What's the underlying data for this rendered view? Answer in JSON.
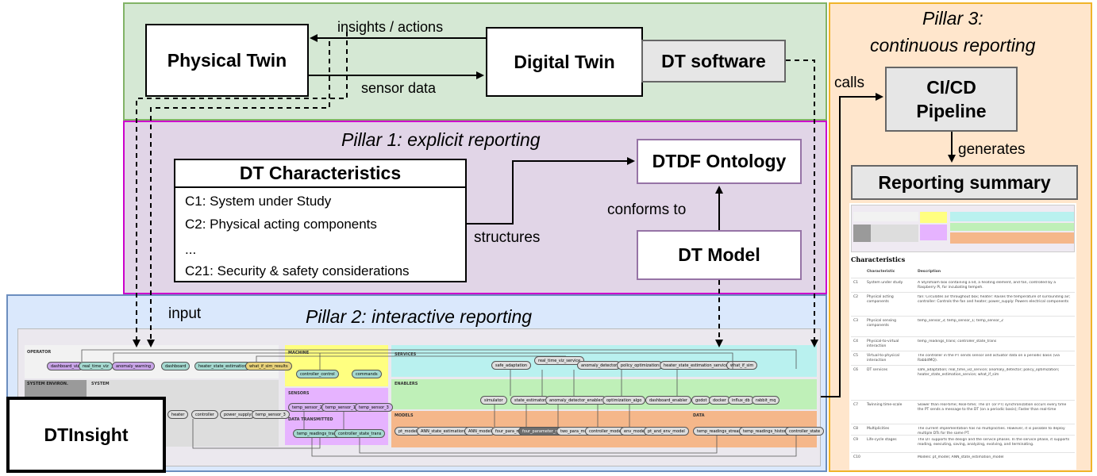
{
  "top": {
    "physical_twin": "Physical Twin",
    "digital_twin": "Digital Twin",
    "dt_software": "DT software",
    "insights_actions": "insights / actions",
    "sensor_data": "sensor data"
  },
  "pillar1": {
    "title": "Pillar 1: explicit reporting",
    "characteristics_title": "DT Characteristics",
    "items": [
      "C1: System under Study",
      "C2: Physical acting components",
      "...",
      "C21: Security & safety considerations"
    ],
    "structures": "structures",
    "ontology": "DTDF Ontology",
    "conforms_to": "conforms to",
    "dt_model": "DT Model"
  },
  "pillar2": {
    "title": "Pillar 2: interactive reporting",
    "input": "input",
    "dtinsight": "DTInsight",
    "graph": {
      "sections": {
        "operator": "OPERATOR",
        "machine": "MACHINE",
        "services": "SERVICES",
        "enablers": "ENABLERS",
        "sensors": "SENSORS",
        "data_transmitted": "DATA TRANSMITTED",
        "models": "MODELS",
        "data": "DATA",
        "system_environment": "SYSTEM ENVIRON.",
        "system": "SYSTEM"
      },
      "operator_nodes": [
        "dashboard_viz",
        "real_time_viz",
        "anomaly_warning",
        "dashboard",
        "heater_state_estimation",
        "what_if_sim_results"
      ],
      "machine_nodes": [
        "controller_control",
        "commands"
      ],
      "service_nodes": [
        "safe_adaptation",
        "real_time_viz_service",
        "anomaly_detector",
        "policy_optimization",
        "heater_state_estimation_service",
        "what_if_sim"
      ],
      "enabler_nodes": [
        "simulator",
        "state_estimator",
        "anomaly_detector_enabler",
        "optimization_algo",
        "dashboard_enabler",
        "godot",
        "docker",
        "influx_db",
        "rabbit_mq"
      ],
      "sensor_nodes": [
        "temp_sensor_2",
        "temp_sensor_1",
        "temp_sensor_3"
      ],
      "data_trans_nodes": [
        "temp_readings_trans",
        "controller_state_trans"
      ],
      "model_nodes": [
        "pt_model",
        "ANN_state_estimation_model",
        "ANN_model",
        "four_para_model",
        "four_parameter_model_pt",
        "two_para_model",
        "controller_model",
        "env_model",
        "pt_and_env_model"
      ],
      "data_nodes": [
        "temp_readings_streaming",
        "temp_readings_historical",
        "controller_state"
      ],
      "system_nodes": [
        "heater",
        "controller",
        "power_supply",
        "temp_sensor_3"
      ],
      "tooltip": "four_parameter_model_pt"
    }
  },
  "pillar3": {
    "title_line1": "Pillar 3:",
    "title_line2": "continuous reporting",
    "calls": "calls",
    "cicd_line1": "CI/CD",
    "cicd_line2": "Pipeline",
    "generates": "generates",
    "summary_title": "Reporting summary",
    "doc": {
      "heading": "Characteristics",
      "col1": "Characteristic",
      "col2": "Description",
      "rows": [
        {
          "id": "C1",
          "name": "System under study",
          "desc": "A Styrofoam box containing a lid, a heating element, and fan, controlled by a Raspberry Pi, for incubating tempeh."
        },
        {
          "id": "C2",
          "name": "Physical acting components",
          "desc": "fan: Circulates air throughout box; heater: Raises the temperature of surrounding air; controller: Controls the fan and heater; power_supply: Powers electrical components"
        },
        {
          "id": "C3",
          "name": "Physical sensing components",
          "desc": "temp_sensor_3; temp_sensor_1; temp_sensor_2"
        },
        {
          "id": "C4",
          "name": "Physical-to-virtual interaction",
          "desc": "temp_readings_trans; controller_state_trans"
        },
        {
          "id": "C5",
          "name": "Virtual-to-physical interaction",
          "desc": "The controller in the PT sends sensor and actuator data on a periodic basis (via RabbitMQ)."
        },
        {
          "id": "C6",
          "name": "DT services",
          "desc": "safe_adaptation; real_time_viz_service; anomaly_detector; policy_optimization; heater_state_estimation_service; what_if_sim"
        },
        {
          "id": "C7",
          "name": "Twinning time-scale",
          "desc": "Slower than real-time; Real-time; The DT (or PT) synchronization occurs every time the PT sends a message to the DT (on a periodic basis); Faster than real-time"
        },
        {
          "id": "C8",
          "name": "Multiplicities",
          "desc": "The current implementation has no multiplicities. However, it is possible to deploy multiple DTs for the same PT."
        },
        {
          "id": "C9",
          "name": "Life-cycle stages",
          "desc": "The DT supports the design and the service phases. In the service phase, it supports reading, executing, saving, analyzing, evolving, and terminating."
        },
        {
          "id": "C10",
          "name": "",
          "desc": "Models: pt_model; ANN_state_estimation_model"
        }
      ]
    }
  },
  "colors": {
    "top_panel": "#d5e8d4",
    "top_border": "#82b366",
    "pillar1_panel": "#e1d5e7",
    "pillar1_border": "#cc00cc",
    "pillar2_panel": "#dae8fc",
    "pillar2_border": "#6c8ebf",
    "pillar3_panel": "#ffe6cc",
    "pillar3_border": "#f0b429"
  }
}
